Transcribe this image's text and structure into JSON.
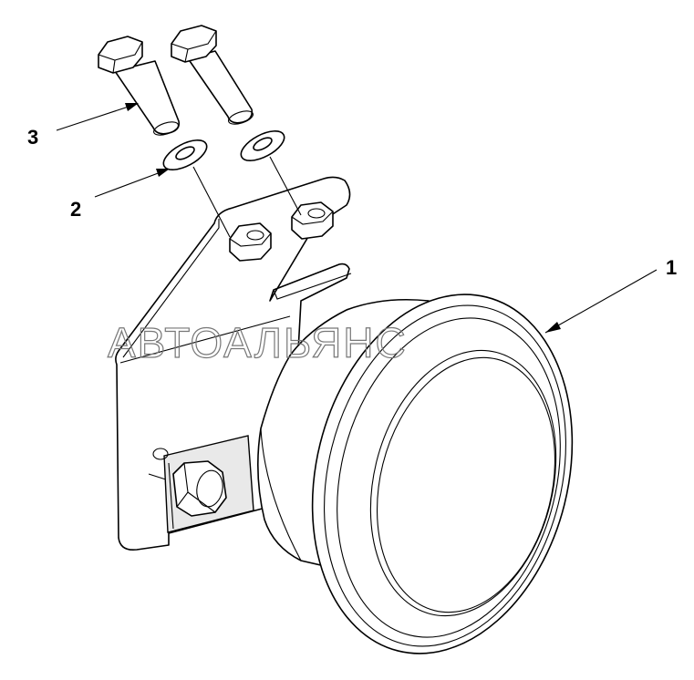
{
  "callouts": [
    {
      "id": "1",
      "label": "1",
      "part": "horn"
    },
    {
      "id": "2",
      "label": "2",
      "part": "washer"
    },
    {
      "id": "3",
      "label": "3",
      "part": "bolt"
    }
  ],
  "watermark": "АВТОАЛЬЯНС",
  "colors": {
    "line": "#000000",
    "background": "#ffffff",
    "watermark": "#777777"
  }
}
